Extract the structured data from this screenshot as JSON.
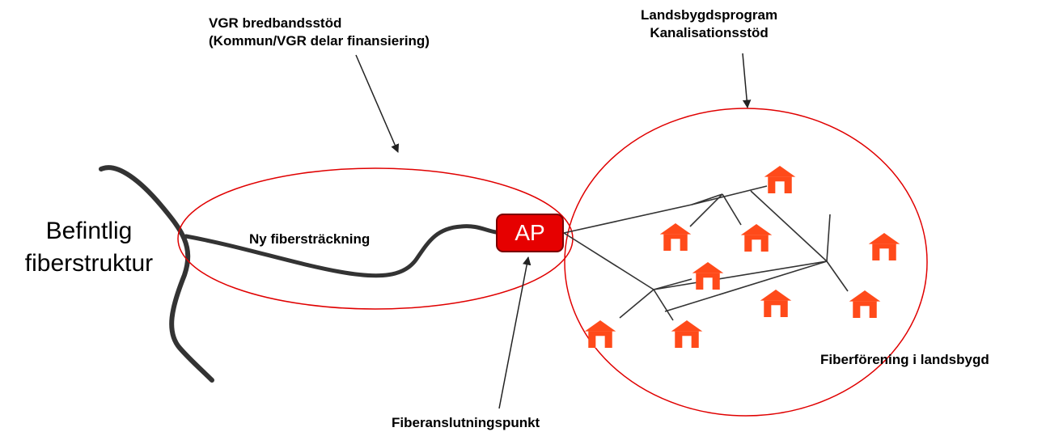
{
  "labels": {
    "vgr_title": "VGR bredbandsstöd",
    "vgr_subtitle": "(Kommun/VGR delar finansiering)",
    "landsbygd_title": "Landsbygdsprogram",
    "landsbygd_subtitle": "Kanalisationsstöd",
    "befintlig_line1": "Befintlig",
    "befintlig_line2": "fiberstruktur",
    "ny_fiberstrackning": "Ny fibersträckning",
    "ap": "AP",
    "fiberanslutningspunkt": "Fiberanslutningspunkt",
    "fiberforening": "Fiberförening i landsbygd"
  },
  "colors": {
    "ellipse_stroke": "#e00000",
    "house": "#ff4a1a",
    "ap_fill": "#e60000",
    "cable": "#333333"
  },
  "icons": {
    "house": "house-icon",
    "arrow": "arrow-icon"
  }
}
